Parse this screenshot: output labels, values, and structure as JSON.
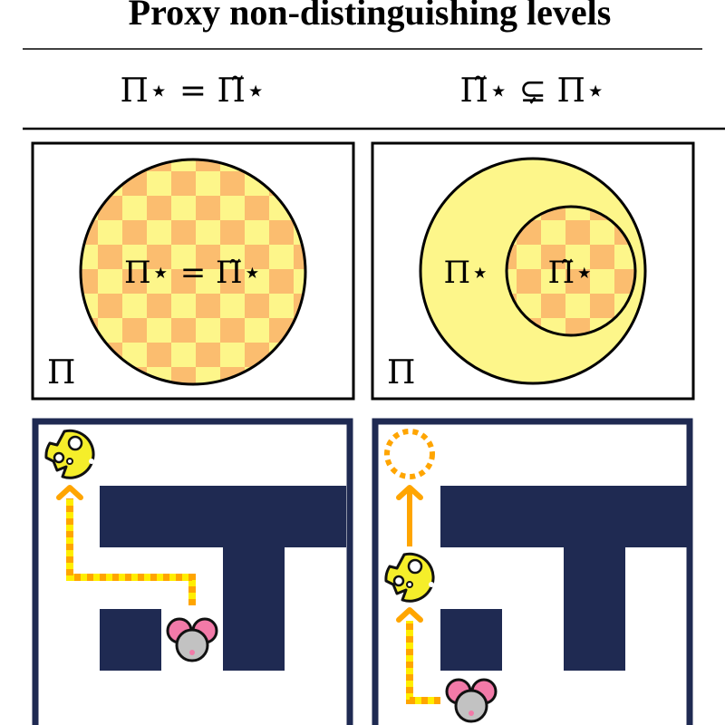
{
  "title": "Proxy non-distinguishing levels",
  "columns": [
    {
      "header": "Π⋆ = Π̃⋆"
    },
    {
      "header": "Π̃⋆ ⊊ Π⋆"
    }
  ],
  "venn": {
    "left": {
      "set_label": "Π",
      "circle_label": "Π⋆ = Π̃⋆"
    },
    "right": {
      "set_label": "Π",
      "outer_label": "Π⋆",
      "inner_label": "Π̃⋆"
    }
  },
  "mazes": {
    "left": {
      "cheese_cell": [
        0,
        0
      ],
      "mouse_cell": [
        3,
        2
      ],
      "walls": [
        [
          1,
          1
        ],
        [
          1,
          2
        ],
        [
          1,
          3
        ],
        [
          1,
          4
        ],
        [
          2,
          3
        ],
        [
          3,
          1
        ],
        [
          3,
          3
        ]
      ]
    },
    "right": {
      "cheese_cell": [
        2,
        0
      ],
      "goal_ghost_cell": [
        0,
        0
      ],
      "mouse_cell": [
        4,
        1
      ],
      "walls": [
        [
          1,
          1
        ],
        [
          1,
          2
        ],
        [
          1,
          3
        ],
        [
          1,
          4
        ],
        [
          2,
          3
        ],
        [
          3,
          1
        ],
        [
          3,
          3
        ]
      ]
    }
  },
  "colors": {
    "wall": "#1f2a52",
    "yellow": "#fdf68a",
    "orange_check": "#fbbd6f",
    "path_orange": "#ffa500",
    "path_yellow": "#ffee00",
    "cheese": "#f5ee2a",
    "mouse_gray": "#c2c2c2",
    "mouse_pink": "#f27aa8"
  }
}
